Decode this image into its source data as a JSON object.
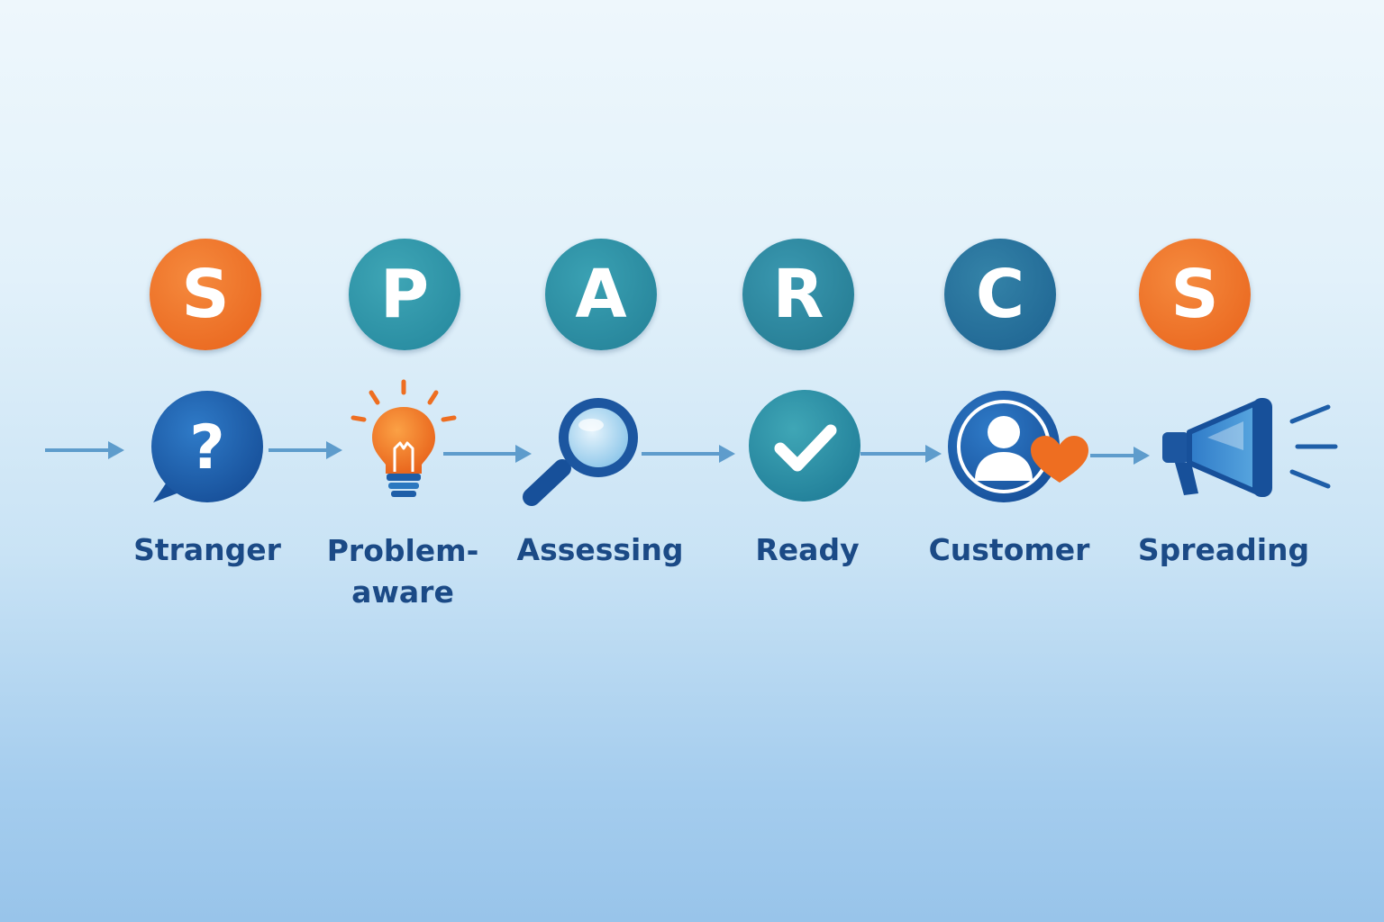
{
  "colors": {
    "orange": "#ee6e21",
    "teal": "#2a8ea3",
    "blue": "#1e5ea8",
    "label": "#1b4a86",
    "arrow": "#5e9ccc"
  },
  "stages": [
    {
      "letter": "S",
      "label": "Stranger",
      "letter_color": "orange",
      "icon": "question-speech-bubble-icon"
    },
    {
      "letter": "P",
      "label": "Problem-\naware",
      "letter_color": "teal",
      "icon": "lightbulb-icon"
    },
    {
      "letter": "A",
      "label": "Assessing",
      "letter_color": "teal",
      "icon": "magnifying-glass-icon"
    },
    {
      "letter": "R",
      "label": "Ready",
      "letter_color": "teal",
      "icon": "checkmark-circle-icon"
    },
    {
      "letter": "C",
      "label": "Customer",
      "letter_color": "blue",
      "icon": "person-heart-icon"
    },
    {
      "letter": "S",
      "label": "Spreading",
      "letter_color": "orange",
      "icon": "megaphone-icon"
    }
  ]
}
